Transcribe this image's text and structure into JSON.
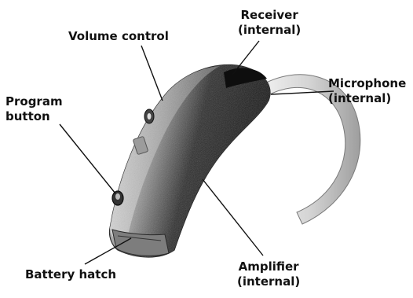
{
  "diagram": {
    "subject": "Behind-the-ear hearing aid",
    "labels": {
      "receiver": {
        "line1": "Receiver",
        "line2": "(internal)"
      },
      "volume_control": {
        "line1": "Volume control"
      },
      "microphone": {
        "line1": "Microphone",
        "line2": "(internal)"
      },
      "program_button": {
        "line1": "Program",
        "line2": "button"
      },
      "battery_hatch": {
        "line1": "Battery hatch"
      },
      "amplifier": {
        "line1": "Amplifier",
        "line2": "(internal)"
      }
    },
    "colors": {
      "body_dark": "#1a1a1a",
      "body_mid": "#6b6b6b",
      "body_light": "#bdbdbd",
      "tube": "#e6e6e6",
      "leader": "#111111"
    }
  }
}
